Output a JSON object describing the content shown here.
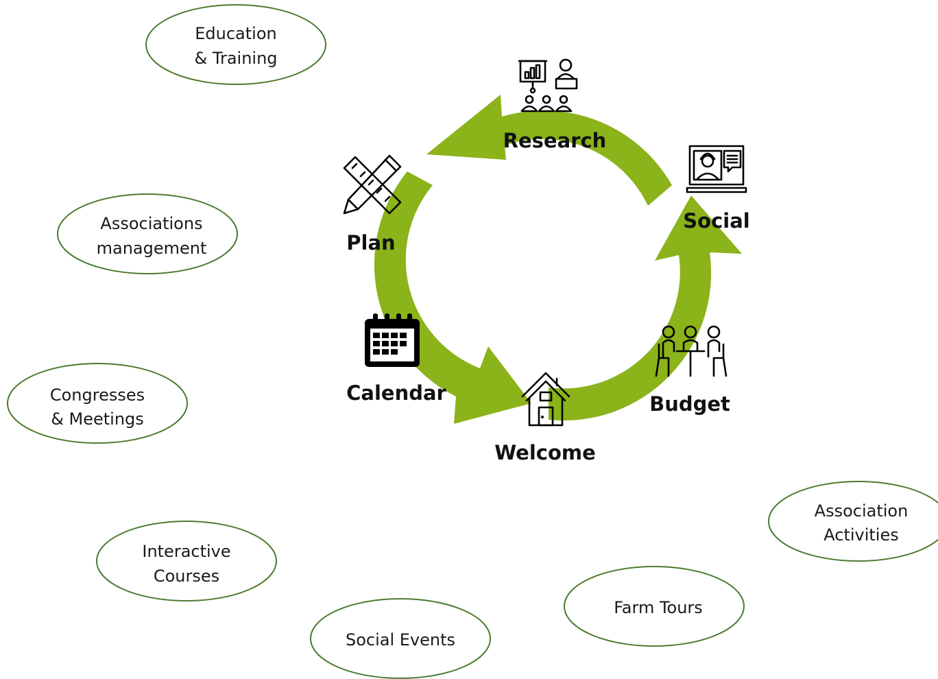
{
  "colors": {
    "arrow": "#8BB31A",
    "oval_stroke": "#4A7A2E",
    "text": "#111111"
  },
  "cycle": {
    "steps": [
      {
        "id": "research",
        "label": "Research",
        "icon": "presentation-audience-icon"
      },
      {
        "id": "social",
        "label": "Social",
        "icon": "video-call-laptop-icon"
      },
      {
        "id": "budget",
        "label": "Budget",
        "icon": "meeting-table-icon"
      },
      {
        "id": "welcome",
        "label": "Welcome",
        "icon": "house-icon"
      },
      {
        "id": "calendar",
        "label": "Calendar",
        "icon": "calendar-icon"
      },
      {
        "id": "plan",
        "label": "Plan",
        "icon": "pencil-ruler-icon"
      }
    ]
  },
  "services": [
    {
      "id": "education",
      "lines": [
        "Education",
        "& Training"
      ]
    },
    {
      "id": "associations-mgmt",
      "lines": [
        "Associations",
        "management"
      ]
    },
    {
      "id": "congresses",
      "lines": [
        "Congresses",
        "& Meetings"
      ]
    },
    {
      "id": "interactive",
      "lines": [
        "Interactive",
        "Courses"
      ]
    },
    {
      "id": "social-events",
      "lines": [
        "Social Events"
      ]
    },
    {
      "id": "farm-tours",
      "lines": [
        "Farm Tours"
      ]
    },
    {
      "id": "association-activities",
      "lines": [
        "Association",
        "Activities"
      ]
    }
  ]
}
